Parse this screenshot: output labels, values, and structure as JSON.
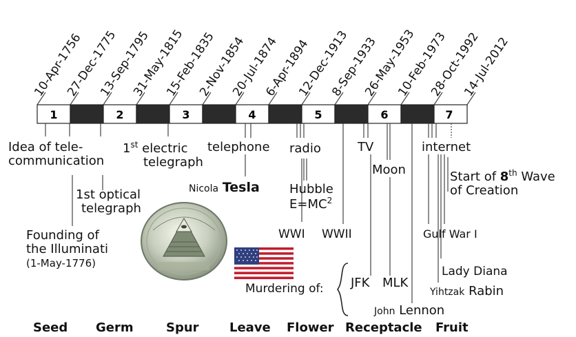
{
  "dates": [
    "10-Apr-1756",
    "27-Dec-1775",
    "13-Sep-1795",
    "31-May-1815",
    "15-Feb-1835",
    "2-Nov-1854",
    "20-Jul-1874",
    "6-Apr-1894",
    "12-Dec-1913",
    "8-Sep-1933",
    "26-May-1953",
    "10-Feb-1973",
    "28-Oct-1992",
    "14-Jul-2012"
  ],
  "wave_numbers": [
    "1",
    "2",
    "3",
    "4",
    "5",
    "6",
    "7"
  ],
  "events": {
    "idea_line1": "Idea of tele-",
    "idea_line2": "communication",
    "optical_line1": "1st optical",
    "optical_line2": "telegraph",
    "electric_pre": "1",
    "electric_sup": "st",
    "electric_post": " electric",
    "electric_line2": "telegraph",
    "telephone": "telephone",
    "nikola": "Nicola",
    "tesla": "Tesla",
    "radio": "radio",
    "hubble": "Hubble",
    "emc_base": "E=MC",
    "emc_sup": "2",
    "wwi": "WWI",
    "wwii": "WWII",
    "tv": "TV",
    "moon": "Moon",
    "internet": "internet",
    "start8_pre": "Start of ",
    "start8_num": "8",
    "start8_sup": "th",
    "start8_post": " Wave",
    "start8_line2": "of Creation",
    "illuminati_line1": "Founding of",
    "illuminati_line2": "the Illuminati",
    "illuminati_date": "(1-May-1776)",
    "gulf_war": "Gulf War I",
    "lady_diana": "Lady Diana",
    "yihtzak": "Yihtzak",
    "rabin": "Rabin",
    "murdering": "Murdering of:",
    "jfk": "JFK",
    "mlk": "MLK",
    "john": "John",
    "lennon": "Lennon"
  },
  "phases": [
    "Seed",
    "Germ",
    "Spur",
    "Leave",
    "Flower",
    "Receptacle",
    "Fruit"
  ],
  "colors": {
    "dark_cell": "#2b2b2b",
    "light_cell": "#ffffff",
    "line": "#444444"
  }
}
